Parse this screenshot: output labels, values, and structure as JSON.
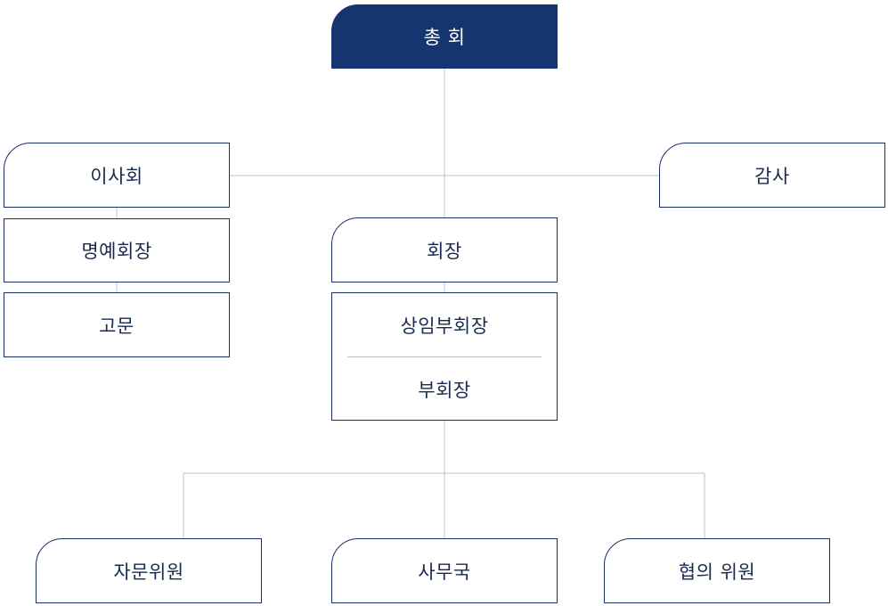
{
  "org": {
    "general_assembly": "총 회",
    "board": "이사회",
    "auditor": "감사",
    "honorary_chair": "명예회장",
    "advisor": "고문",
    "chairman": "회장",
    "standing_vice_chair": "상임부회장",
    "vice_chair": "부회장",
    "advisory_committee": "자문위원",
    "secretariat": "사무국",
    "consultative_committee": "협의 위원"
  },
  "colors": {
    "primary": "#14356f",
    "border": "#1b3068",
    "connector": "#c6ccd6"
  }
}
